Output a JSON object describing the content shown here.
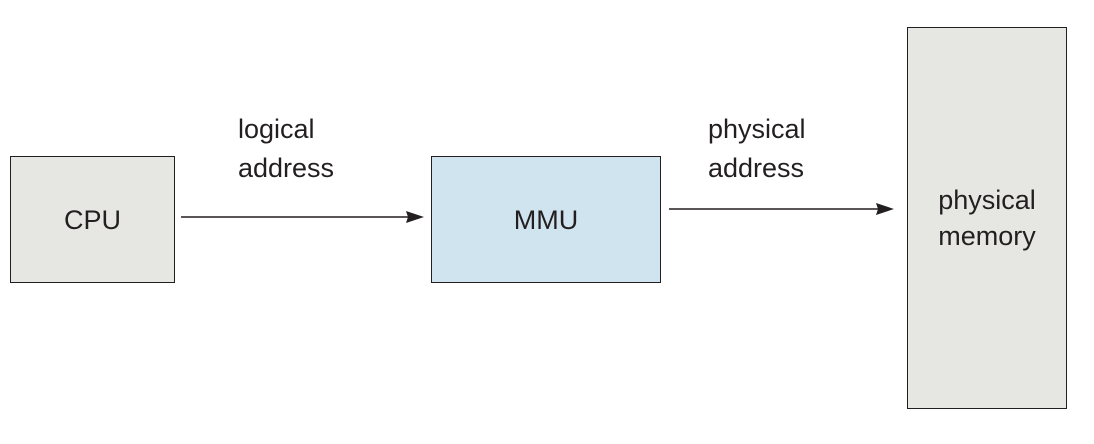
{
  "colors": {
    "cpu_fill": "#e6e6e2",
    "mmu_fill": "#cfe4ee",
    "memory_fill": "#e6e6e2",
    "stroke": "#231f20"
  },
  "nodes": {
    "cpu": {
      "label": "CPU"
    },
    "mmu": {
      "label": "MMU"
    },
    "memory": {
      "line1": "physical",
      "line2": "memory"
    }
  },
  "edges": {
    "cpu_to_mmu": {
      "line1": "logical",
      "line2": "address"
    },
    "mmu_to_memory": {
      "line1": "physical",
      "line2": "address"
    }
  }
}
